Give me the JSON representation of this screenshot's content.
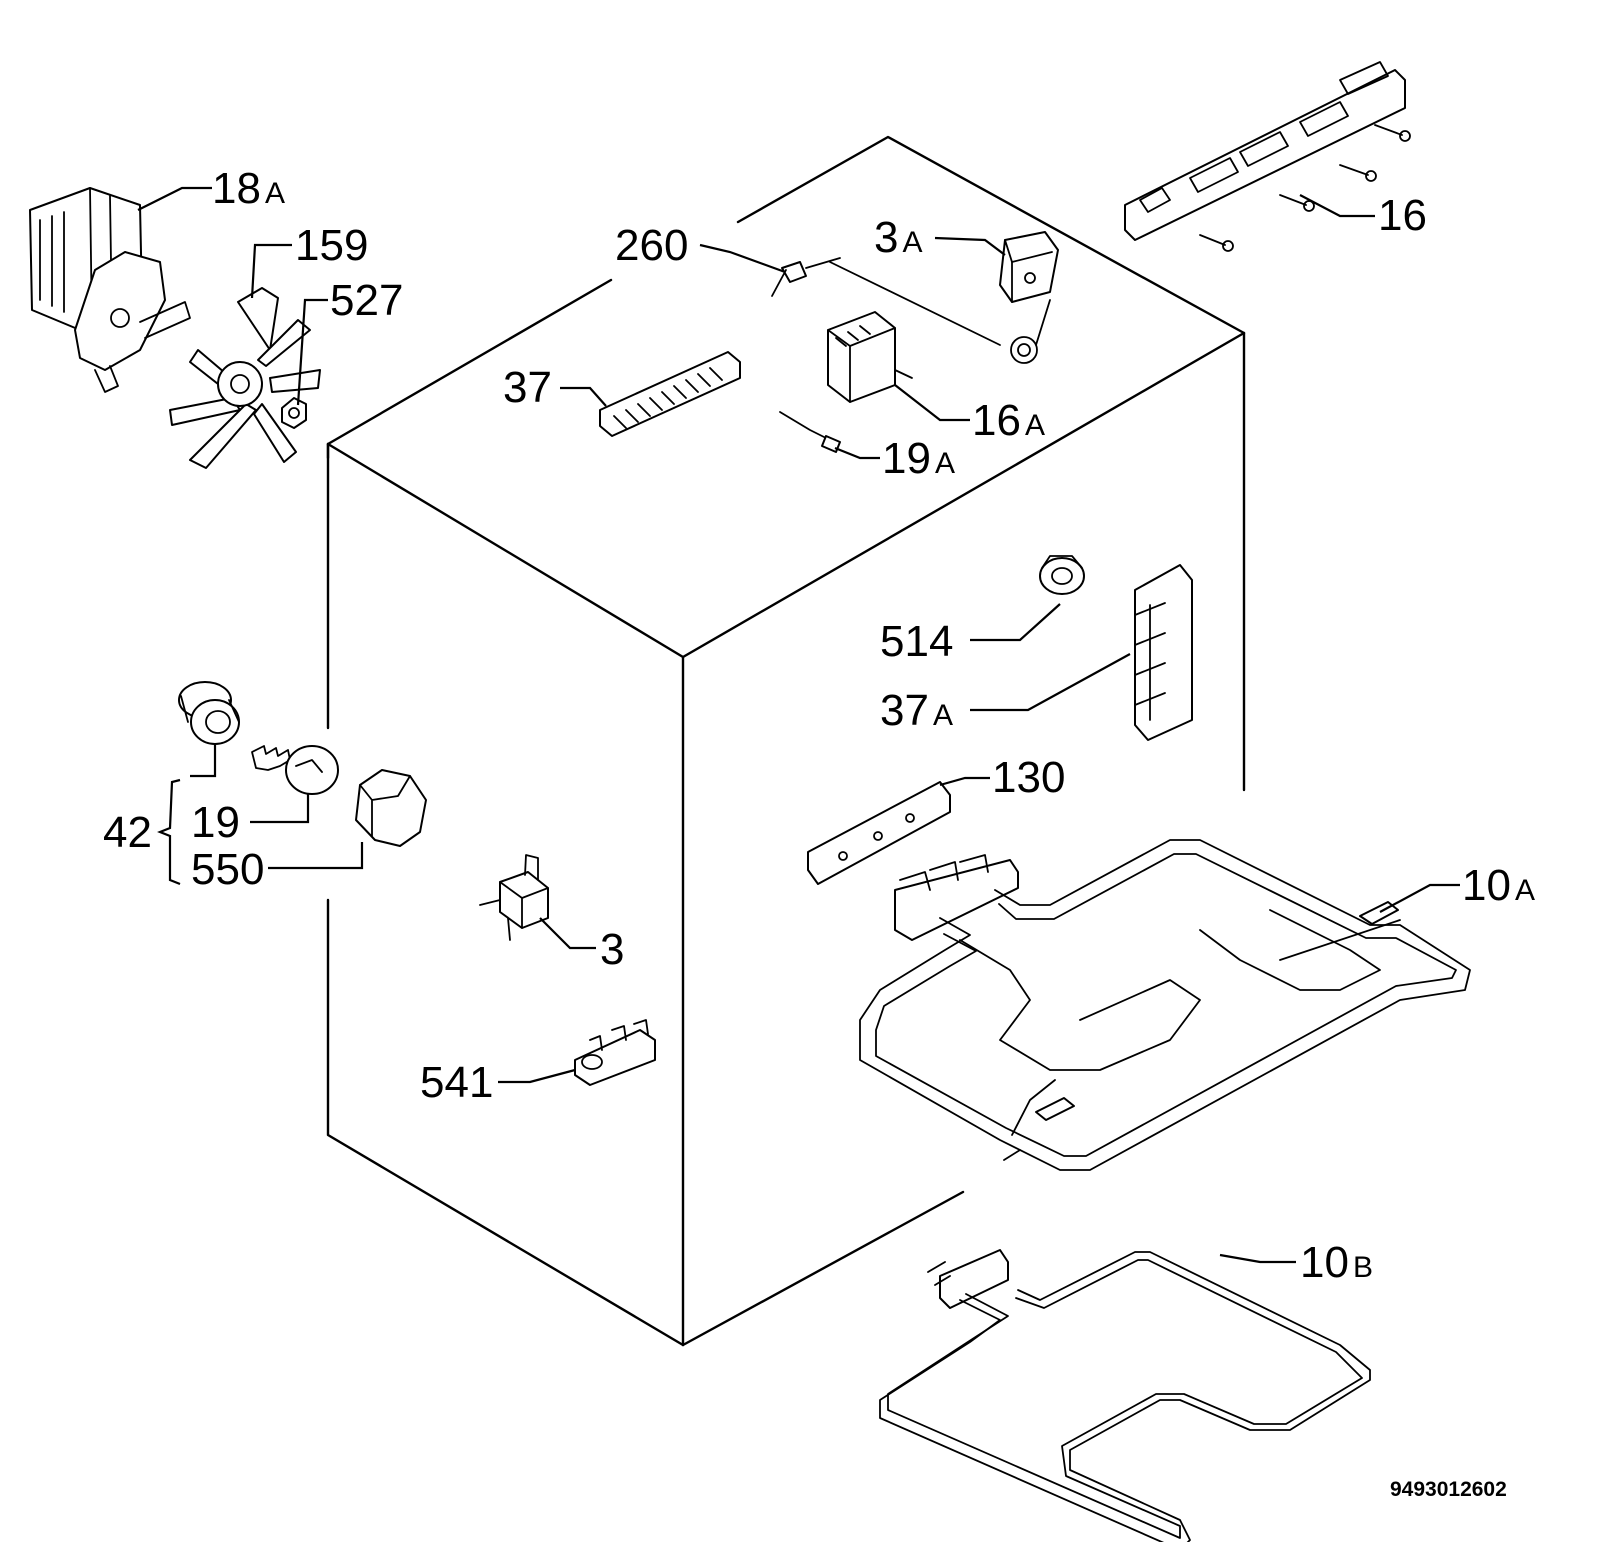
{
  "labels": {
    "p18": {
      "num": "18",
      "suffix": "A"
    },
    "p159": {
      "num": "159"
    },
    "p527": {
      "num": "527"
    },
    "p260": {
      "num": "260"
    },
    "p3a": {
      "num": "3",
      "suffix": "A"
    },
    "p16": {
      "num": "16"
    },
    "p37": {
      "num": "37"
    },
    "p16a": {
      "num": "16",
      "suffix": "A"
    },
    "p19a": {
      "num": "19",
      "suffix": "A"
    },
    "p514": {
      "num": "514"
    },
    "p37a": {
      "num": "37",
      "suffix": "A"
    },
    "p130": {
      "num": "130"
    },
    "p10a": {
      "num": "10",
      "suffix": "A"
    },
    "p42": {
      "num": "42"
    },
    "p19": {
      "num": "19"
    },
    "p550": {
      "num": "550"
    },
    "p3": {
      "num": "3"
    },
    "p541": {
      "num": "541"
    },
    "p10b": {
      "num": "10",
      "suffix": "B"
    }
  },
  "doc_number": "9493012602"
}
